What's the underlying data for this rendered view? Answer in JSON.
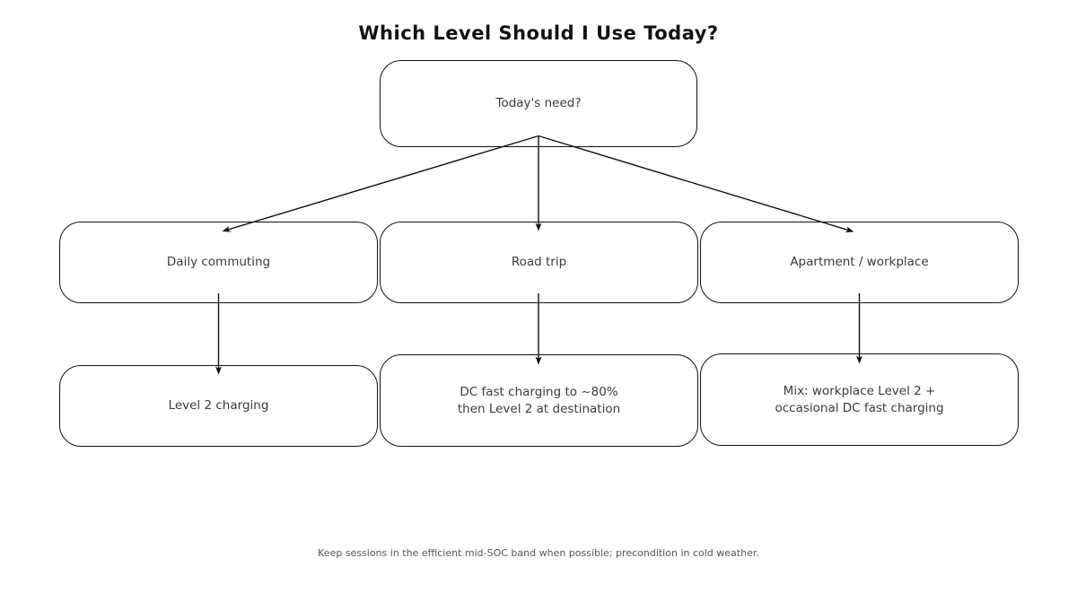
{
  "title": "Which Level Should I Use Today?",
  "footnote": "Keep sessions in the efficient mid-SOC band when possible; precondition in cold weather.",
  "nodes": {
    "root": {
      "label": "Today's need?"
    },
    "daily_commuting": {
      "label": "Daily commuting"
    },
    "road_trip": {
      "label": "Road trip"
    },
    "apartment_workplace": {
      "label": "Apartment / workplace"
    },
    "level2_charging": {
      "label": "Level 2 charging"
    },
    "dc_fast_then_level2": {
      "label": "DC fast charging to ~80%\nthen Level 2 at destination"
    },
    "mix_workplace_dc": {
      "label": "Mix: workplace Level 2 +\noccasional DC fast charging"
    }
  },
  "edges": [
    {
      "from": "root",
      "to": "daily_commuting"
    },
    {
      "from": "root",
      "to": "road_trip"
    },
    {
      "from": "root",
      "to": "apartment_workplace"
    },
    {
      "from": "daily_commuting",
      "to": "level2_charging"
    },
    {
      "from": "road_trip",
      "to": "dc_fast_then_level2"
    },
    {
      "from": "apartment_workplace",
      "to": "mix_workplace_dc"
    }
  ],
  "colors": {
    "border": "#111111",
    "node_text": "#3a3a3a",
    "title_text": "#111111",
    "footnote_text": "#555555",
    "background": "#ffffff"
  }
}
